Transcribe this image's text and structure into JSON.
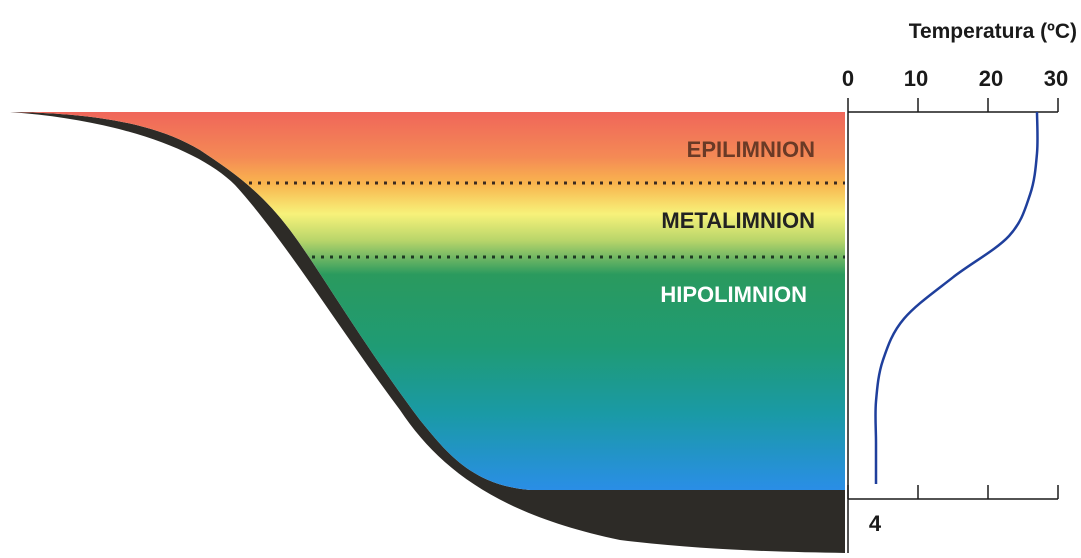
{
  "layers": [
    {
      "id": "epilimnion",
      "label": "EPILIMNION"
    },
    {
      "id": "metalimnion",
      "label": "METALIMNION"
    },
    {
      "id": "hipolimnion",
      "label": "HIPOLIMNION"
    }
  ],
  "temperature_axis": {
    "title": "Temperatura (ºC)",
    "ticks": [
      "0",
      "10",
      "20",
      "30"
    ],
    "bottom_label": "4"
  },
  "colors": {
    "surface_red": "#f0665a",
    "orange": "#f7a24d",
    "yellow": "#f7f27a",
    "green": "#2a9a5e",
    "teal": "#1a9b8e",
    "blue": "#2a8ee6",
    "sediment": "#2d2b27",
    "profile_line": "#1f3f9c",
    "epilimnion_text": "#6a3a26",
    "metalimnion_text": "#222222",
    "hipolimnion_text": "#ffffff"
  },
  "chart_data": {
    "type": "line",
    "xlabel": "Temperatura (ºC)",
    "xlim": [
      0,
      30
    ],
    "series": [
      {
        "values": [
          27,
          27,
          26,
          23,
          15,
          8,
          5,
          4,
          4,
          4
        ]
      }
    ]
  }
}
